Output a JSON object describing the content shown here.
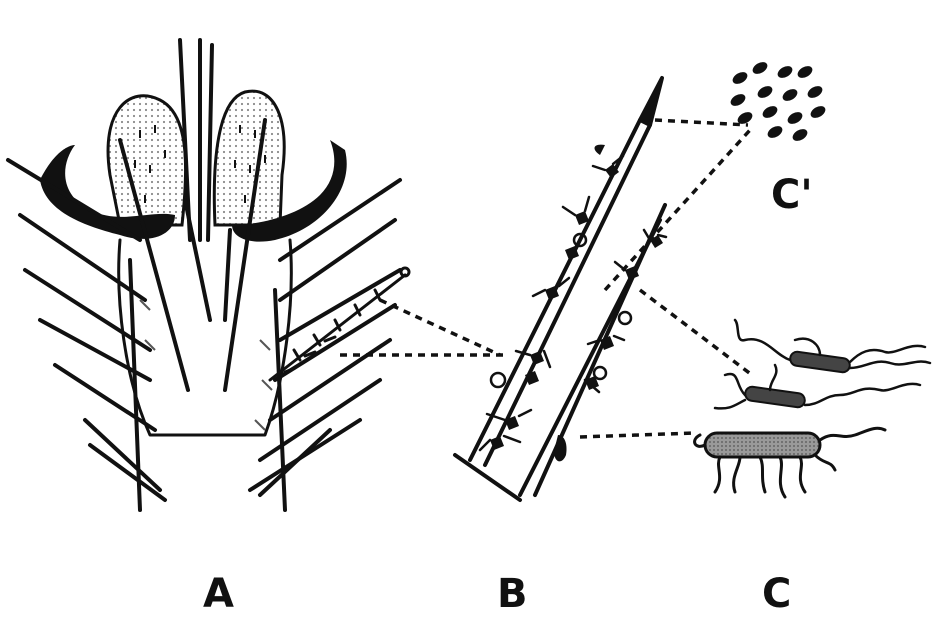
{
  "figure": {
    "labels": {
      "a": "A",
      "b": "B",
      "c": "C",
      "c_prime": "C'"
    }
  },
  "colors": {
    "ink": "#111111",
    "paper": "#ffffff",
    "stipple": "#9a9a9a"
  }
}
